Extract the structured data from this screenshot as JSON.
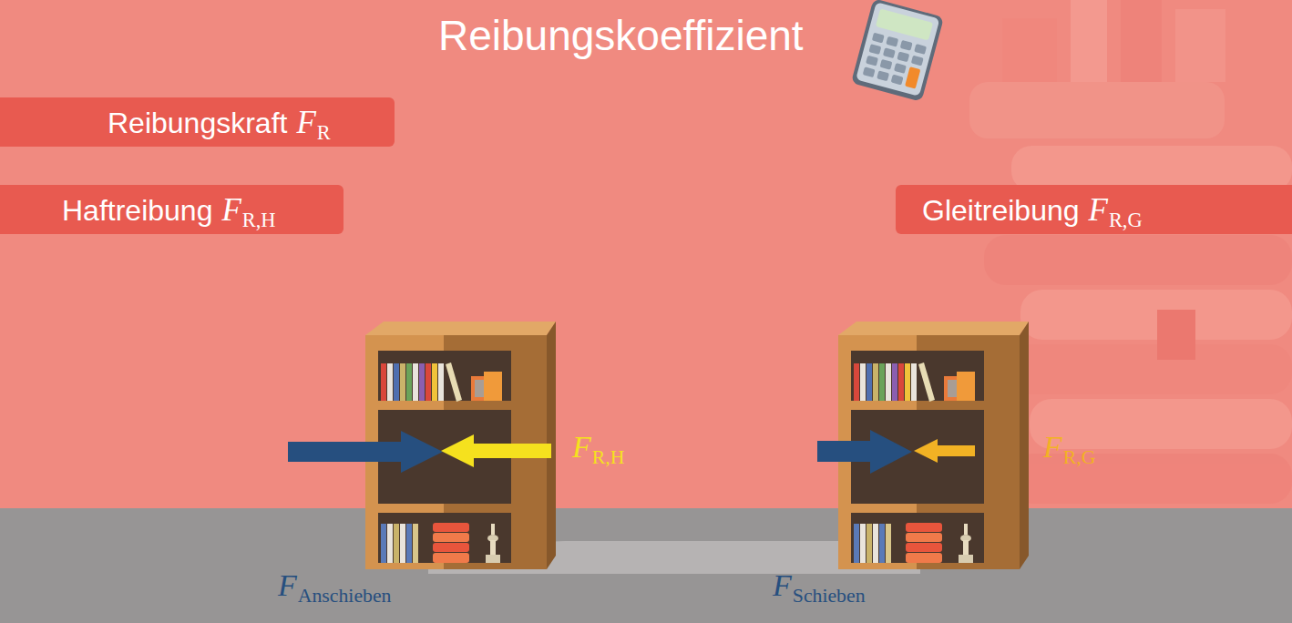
{
  "diagram": {
    "title": "Reibungskoeffizient",
    "nodes": [
      {
        "text": [
          "Reibungskraft",
          "F",
          "R"
        ]
      },
      {
        "text": [
          "Haftreibung",
          "F",
          "R,H"
        ]
      },
      {
        "text": [
          "Gleitreibung",
          "F",
          "R,G"
        ]
      }
    ],
    "labels": [
      "F",
      "R,H",
      "F",
      "R,G",
      "F",
      "Anschieben",
      "F",
      "Schieben"
    ]
  }
}
